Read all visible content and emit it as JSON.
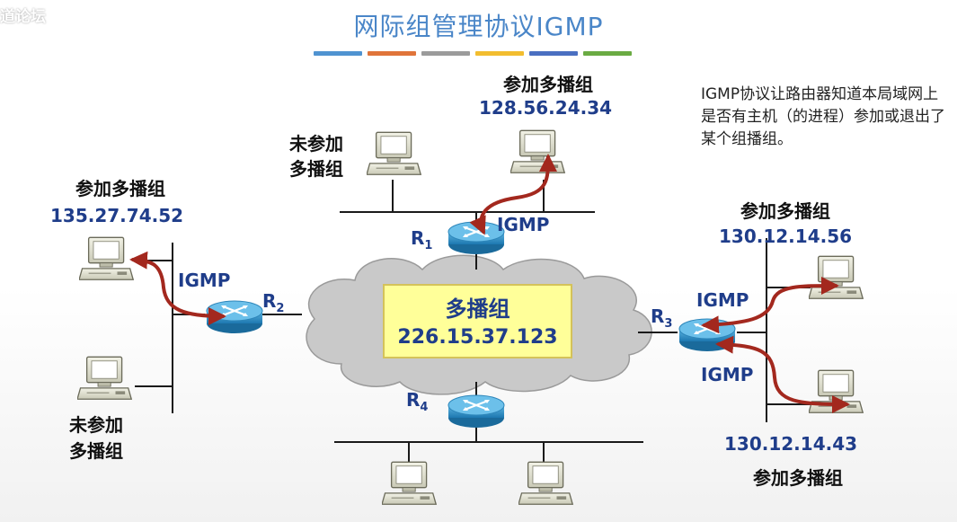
{
  "watermark": "道论坛",
  "title": "网际组管理协议IGMP",
  "title_bar_colors": [
    "#4f93d1",
    "#e0743a",
    "#9b9b9b",
    "#f2bd2f",
    "#4a6fc1",
    "#6aab43"
  ],
  "note": "IGMP协议让路由器知道本局域网上是否有主机（的进程）参加或退出了某个组播组。",
  "multicast_group": {
    "label": "多播组",
    "address": "226.15.37.123"
  },
  "routers": [
    {
      "name": "R",
      "sub": "1"
    },
    {
      "name": "R",
      "sub": "2"
    },
    {
      "name": "R",
      "sub": "3"
    },
    {
      "name": "R",
      "sub": "4"
    }
  ],
  "protocol_label": "IGMP",
  "host_labels": {
    "r1_member": {
      "label": "参加多播组",
      "address": "128.56.24.34"
    },
    "r1_nonmember": {
      "line1": "未参加",
      "line2": "多播组"
    },
    "r2_member": {
      "label": "参加多播组",
      "address": "135.27.74.52"
    },
    "r2_nonmember": {
      "line1": "未参加",
      "line2": "多播组"
    },
    "r3_member_top": {
      "label": "参加多播组",
      "address": "130.12.14.56"
    },
    "r3_member_bottom": {
      "label": "参加多播组",
      "address": "130.12.14.43"
    }
  },
  "colors": {
    "link": "#1a1a1a",
    "arrow": "#a3281e",
    "router": "#2a8fc4",
    "cloud": "#c8c8c8"
  }
}
